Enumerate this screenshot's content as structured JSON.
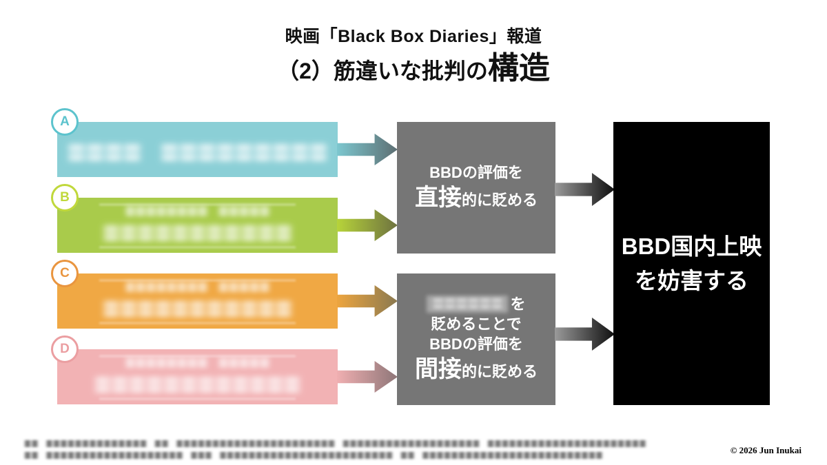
{
  "title": {
    "line1": "映画「Black Box Diaries」報道",
    "line2_prefix": "（2）筋違いな批判の",
    "line2_emphasis": "構造"
  },
  "sources": [
    {
      "id": "A",
      "redacted_line1": "〓〓〓〓　〓〓〓〓〓〓〓〓〓",
      "redacted_line2": ""
    },
    {
      "id": "B",
      "redacted_line1": "〓〓〓〓〓〓〓〓　〓〓〓〓〓",
      "redacted_line2": "〓〓〓〓〓〓〓〓〓〓〓"
    },
    {
      "id": "C",
      "redacted_line1": "〓〓〓〓〓〓〓〓　〓〓〓〓〓",
      "redacted_line2": "〓〓〓〓〓〓〓〓〓〓〓"
    },
    {
      "id": "D",
      "redacted_line1": "〓〓〓〓〓〓〓〓　〓〓〓〓〓",
      "redacted_line2": "〓〓〓〓〓〓〓〓〓〓〓〓"
    }
  ],
  "direct_box": {
    "line1": "BBDの評価を",
    "line2_emphasis": "直接",
    "line2_rest": "的に貶める"
  },
  "indirect_box": {
    "redacted": "〓〓〓〓〓〓",
    "line1_suffix": "を",
    "line2": "貶めることで",
    "line3": "BBDの評価を",
    "line4_emphasis": "間接",
    "line4_rest": "的に貶める"
  },
  "outcome_box": {
    "line1": "BBD国内上映",
    "line2": "を妨害する"
  },
  "footnotes": {
    "line1": "〓〓　〓〓〓〓〓〓〓〓〓〓〓〓〓〓　〓〓　〓〓〓〓〓〓〓〓〓〓〓〓〓〓〓〓〓〓〓〓〓〓　〓〓〓〓〓〓〓〓〓〓〓〓〓〓〓〓〓〓〓　〓〓〓〓〓〓〓〓〓〓〓〓〓〓〓〓〓〓〓〓〓〓",
    "line2": "〓〓　〓〓〓〓〓〓〓〓〓〓〓〓〓〓〓〓〓〓〓　〓〓〓　〓〓〓〓〓〓〓〓〓〓〓〓〓〓〓〓〓〓〓〓〓〓〓〓　〓〓　〓〓〓〓〓〓〓〓〓〓〓〓〓〓〓〓〓〓〓〓〓〓〓〓〓"
  },
  "copyright": "© 2026 Jun Inukai",
  "colors": {
    "box-a": "#8bcfd6",
    "ring-a": "#5cc3cd",
    "box-b": "#a9cb4b",
    "ring-b": "#c0d83b",
    "box-c": "#f0a844",
    "ring-c": "#e9953f",
    "box-d": "#f2b2b4",
    "ring-d": "#eb9ea1",
    "mid-box": "#767676",
    "end-box": "#000000",
    "arrow-a-start": "#7cc7cf",
    "arrow-a-end": "#5d6e72",
    "arrow-b-start": "#b7d43a",
    "arrow-b-end": "#6e7240",
    "arrow-c-start": "#eda53f",
    "arrow-c-end": "#8a7950",
    "arrow-d-start": "#f0afb1",
    "arrow-d-end": "#8e7678",
    "arrow-g-start": "#9a9a9a",
    "arrow-g-end": "#0f0f0f"
  }
}
